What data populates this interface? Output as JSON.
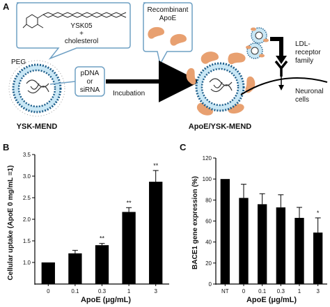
{
  "panel_a": {
    "label": "A",
    "callout_ysk05": {
      "line1": "YSK05",
      "line2": "+",
      "line3": "cholesterol"
    },
    "callout_apoe": {
      "line1": "Recombinant",
      "line2": "ApoE"
    },
    "peg_label": "PEG",
    "cargo": {
      "line1": "pDNA",
      "line2": "or",
      "line3": "siRNA"
    },
    "incubation_label": "Incubation",
    "left_particle_label": "YSK-MEND",
    "right_particle_label": "ApoE/YSK-MEND",
    "receptor_label": {
      "line1": "LDL-",
      "line2": "receptor",
      "line3": "family"
    },
    "cell_label": {
      "line1": "Neuronal",
      "line2": "cells"
    },
    "colors": {
      "apoe": "#e8a070",
      "particle_core": "#9fd3ef",
      "lipid": "#1f5f8b",
      "arrow": "#000000"
    }
  },
  "panel_b": {
    "label": "B",
    "ylabel": "Cellular uptake (ApoE 0 mg/mL =1)",
    "xlabel": "ApoE (μg/mL)",
    "yticks": [
      "1.0",
      "1.5",
      "2.0",
      "2.5",
      "3.0",
      "3.5"
    ]
  },
  "panel_c": {
    "label": "C",
    "ylabel": "BACE1 gene expression (%)",
    "xlabel": "ApoE (μg/mL)",
    "yticks": [
      "0",
      "20",
      "40",
      "60",
      "80",
      "100",
      "120"
    ]
  },
  "chart_data": [
    {
      "type": "bar",
      "categories": [
        "0",
        "0.1",
        "0.3",
        "1",
        "3"
      ],
      "values": [
        1.0,
        1.21,
        1.4,
        2.17,
        2.87
      ],
      "errors": [
        0.0,
        0.07,
        0.04,
        0.1,
        0.26
      ],
      "annotations": [
        "",
        "",
        "**",
        "**",
        "**"
      ],
      "xlabel": "ApoE (μg/mL)",
      "ylabel": "Cellular uptake (ApoE 0 mg/mL =1)",
      "ylim": [
        0.5,
        3.5
      ],
      "yaxis_start": 0.5,
      "grid": false
    },
    {
      "type": "bar",
      "categories": [
        "NT",
        "0",
        "0.1",
        "0.3",
        "1",
        "3"
      ],
      "values": [
        100,
        82,
        76,
        73,
        63,
        49
      ],
      "errors": [
        0,
        13,
        10,
        12,
        10,
        14
      ],
      "annotations": [
        "",
        "",
        "",
        "",
        "",
        "*"
      ],
      "xlabel": "ApoE (μg/mL)",
      "ylabel": "BACE1 gene expression (%)",
      "ylim": [
        0,
        120
      ],
      "grid": false
    }
  ]
}
